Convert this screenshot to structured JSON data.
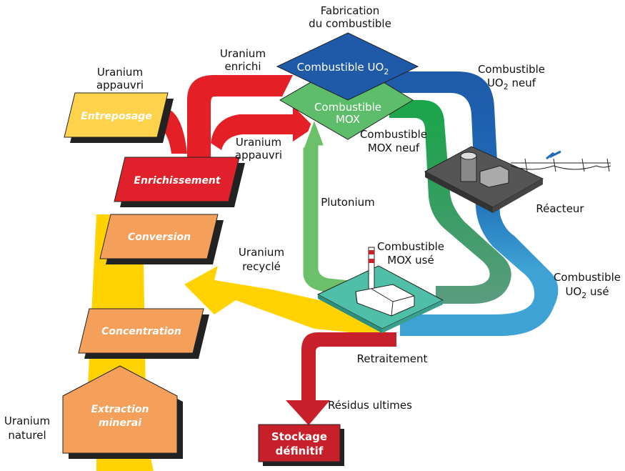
{
  "colors": {
    "natural_uranium": "#ffd200",
    "depleted_uranium": "#e41f26",
    "uo2_fuel": "#1e5aa8",
    "mox_fuel": "#1aa64a",
    "plutonium": "#6cc06a",
    "spent_uo2": "#3ea3d4",
    "spent_mox": "#5b9c7f",
    "waste": "#c8202a",
    "stage_orange": "#f5a05a",
    "stage_yellow": "#ffd24c",
    "stage_red": "#e0202a",
    "reprocessing_plate": "#4fbfa8",
    "reactor_plate": "#555555"
  },
  "stages": {
    "entreposage": "Entreposage",
    "enrichissement": "Enrichissement",
    "conversion": "Conversion",
    "concentration": "Concentration",
    "extraction_line1": "Extraction",
    "extraction_line2": "minerai"
  },
  "labels": {
    "fabrication_line1": "Fabrication",
    "fabrication_line2": "du combustible",
    "uo2_fuel_box": "Combustible UO",
    "uo2_sub": "2",
    "mox_box_line1": "Combustible",
    "mox_box_line2": "MOX",
    "enriched_line1": "Uranium",
    "enriched_line2": "enrichi",
    "depleted_top_line1": "Uranium",
    "depleted_top_line2": "appauvri",
    "depleted_mid_line1": "Uranium",
    "depleted_mid_line2": "appauvri",
    "new_uo2_line1": "Combustible",
    "new_uo2_line2": "UO",
    "new_uo2_sub": "2",
    "new_uo2_suffix": " neuf",
    "new_mox_line1": "Combustible",
    "new_mox_line2": "MOX neuf",
    "reactor": "Réacteur",
    "plutonium": "Plutonium",
    "spent_mox_line1": "Combustible",
    "spent_mox_line2": "MOX usé",
    "recycled_line1": "Uranium",
    "recycled_line2": "recyclé",
    "spent_uo2_line1": "Combustible",
    "spent_uo2_line2": "UO",
    "spent_uo2_sub": "2",
    "spent_uo2_suffix": " usé",
    "reprocessing": "Retraitement",
    "waste": "Résidus ultimes",
    "natural_line1": "Uranium",
    "natural_line2": "naturel",
    "storage_line1": "Stockage",
    "storage_line2": "définitif"
  }
}
